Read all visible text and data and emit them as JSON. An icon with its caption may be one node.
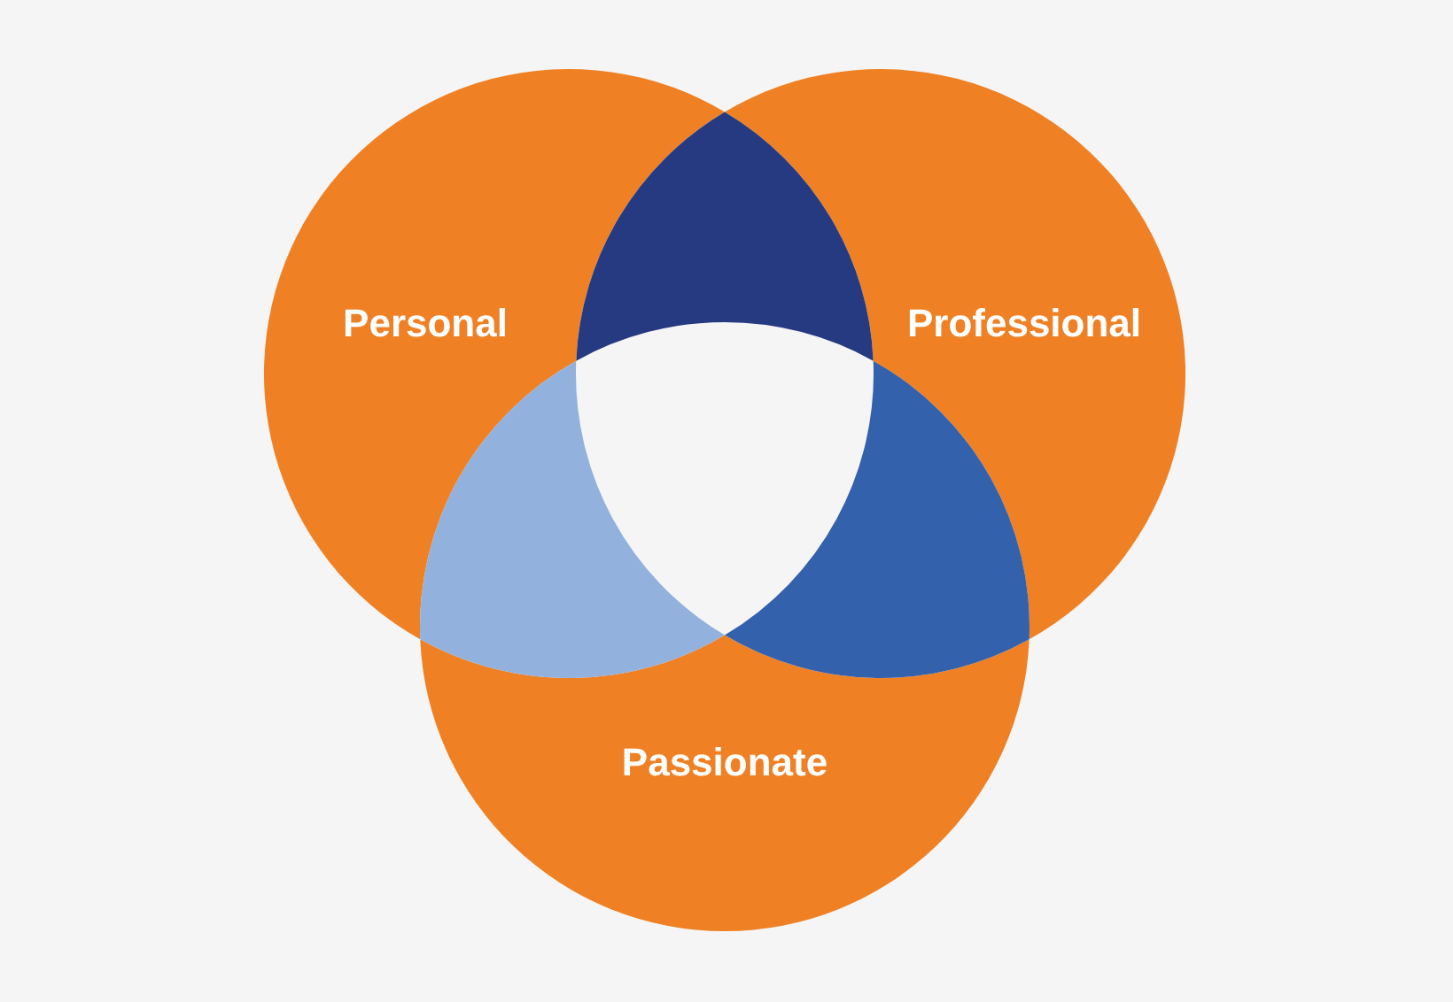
{
  "diagram": {
    "nodes": [
      {
        "text": [
          "Personal"
        ]
      },
      {
        "text": [
          "Professional"
        ]
      },
      {
        "text": [
          "Passionate"
        ]
      }
    ]
  }
}
